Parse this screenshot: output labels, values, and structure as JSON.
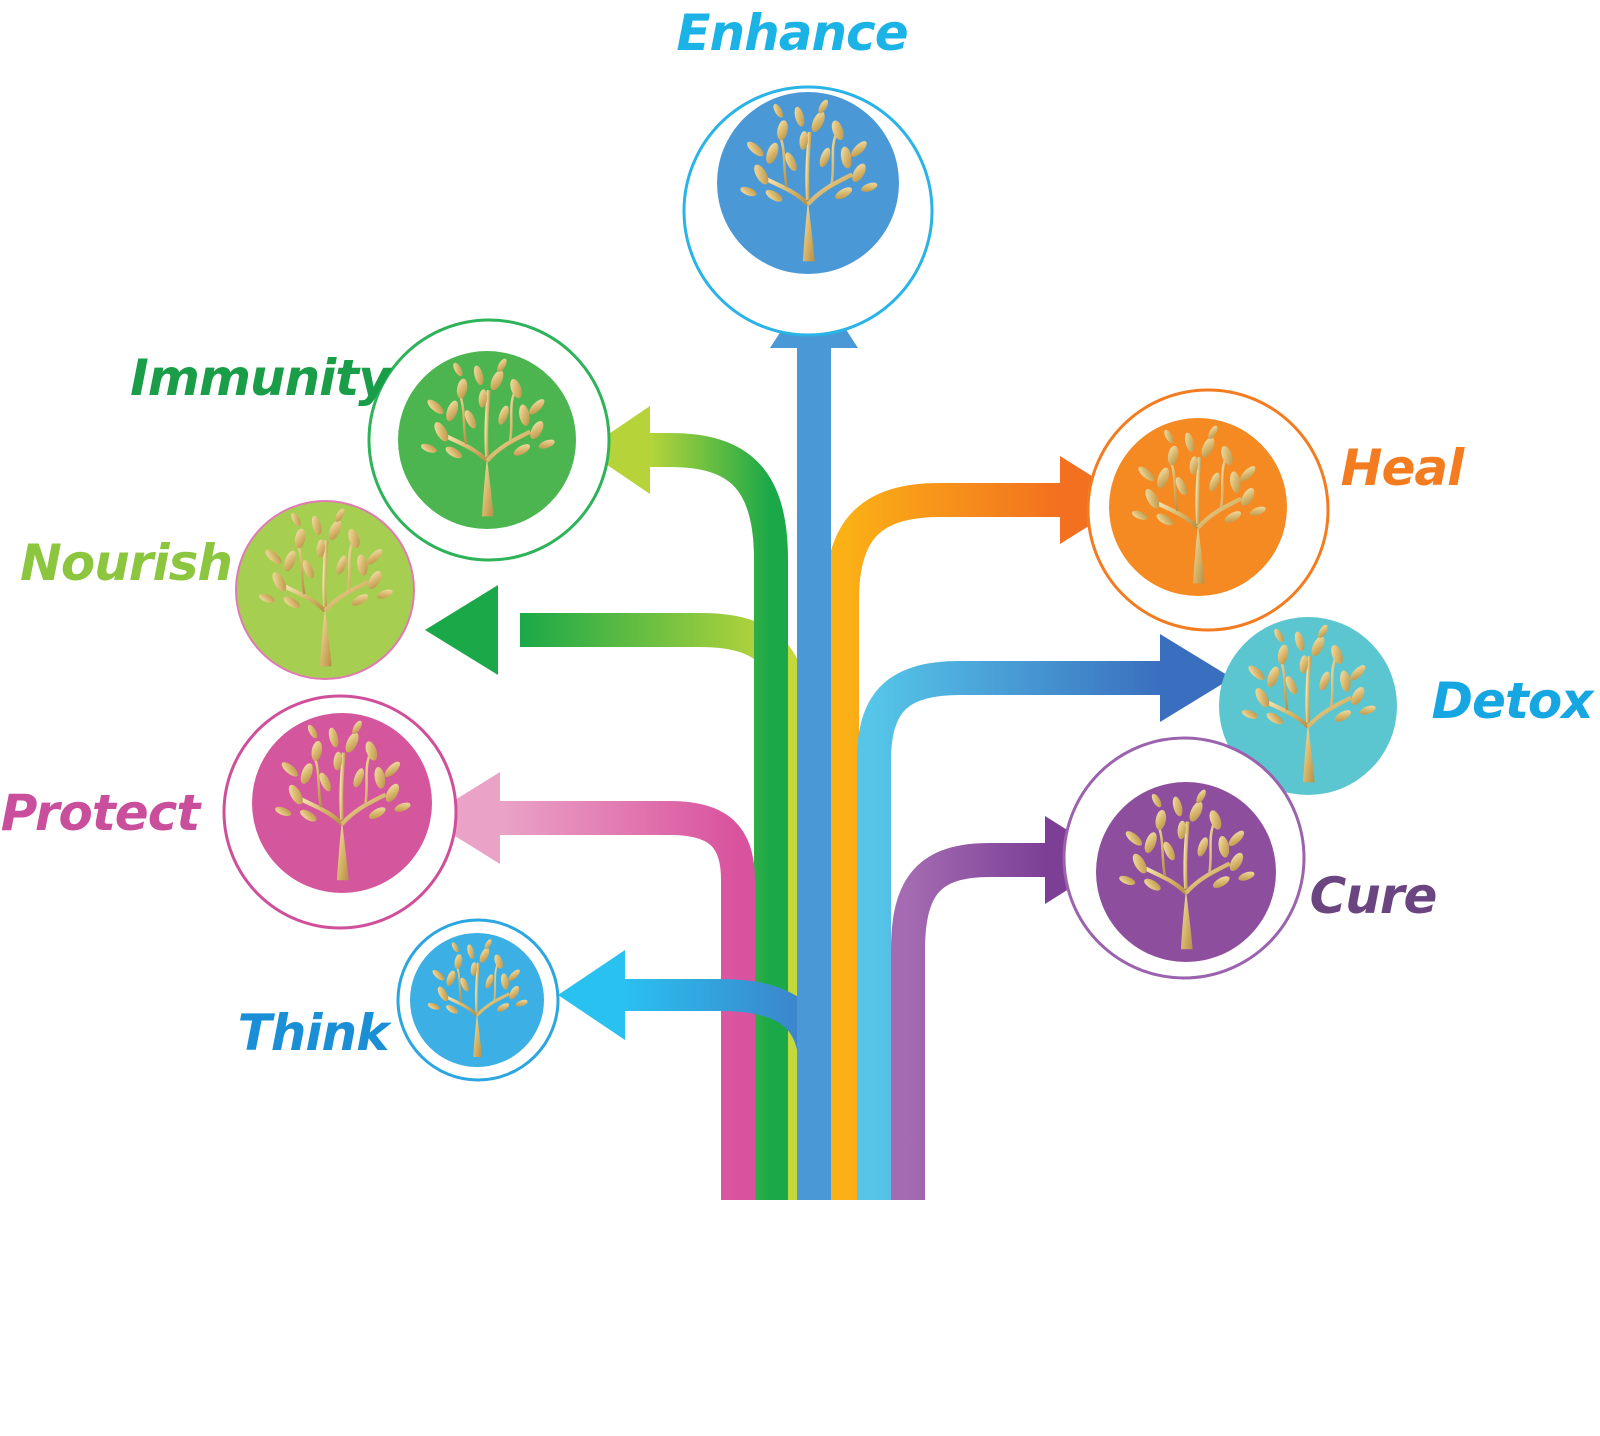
{
  "nodes": {
    "enhance": {
      "label": "Enhance",
      "color": "#1bb3e6",
      "disc": "#4a99d6"
    },
    "immunity": {
      "label": "Immunity",
      "color": "#1a9d48",
      "disc": "#4cb550"
    },
    "nourish": {
      "label": "Nourish",
      "color": "#8cc63f",
      "disc": "#a6cf52"
    },
    "protect": {
      "label": "Protect",
      "color": "#c94f9c",
      "disc": "#d4569c"
    },
    "think": {
      "label": "Think",
      "color": "#1a8fd6",
      "disc": "#3cb0e4"
    },
    "heal": {
      "label": "Heal",
      "color": "#f47c20",
      "disc": "#f58a22"
    },
    "detox": {
      "label": "Detox",
      "color": "#16a7e3",
      "disc": "#5bc6cf"
    },
    "cure": {
      "label": "Cure",
      "color": "#6a4580",
      "disc": "#8e4e9e"
    }
  },
  "tree_icon": "tree-of-life-icon",
  "trunk_colors": [
    "#d9529d",
    "#c5d83a",
    "#3d7fc8",
    "#4a99d6",
    "#fbb116",
    "#55c5e8",
    "#a46bb2"
  ]
}
